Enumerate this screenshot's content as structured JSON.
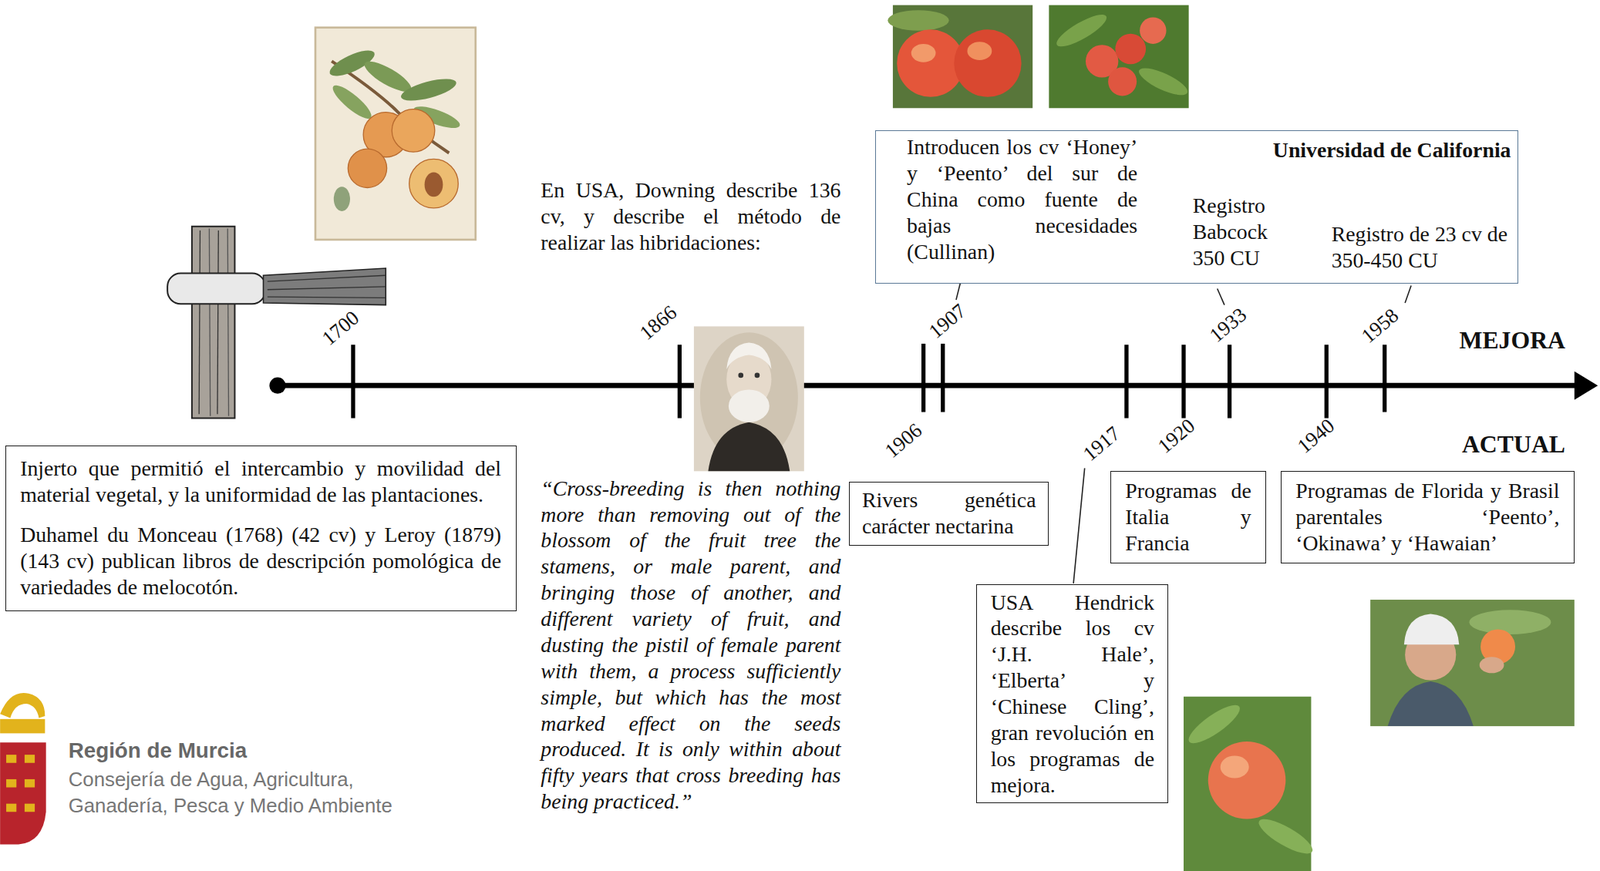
{
  "diagram": {
    "nodes": [
      {
        "text": [
          "Injerto que permitió el intercambio y movilidad del material vegetal, y la uniformidad de las plantaciones.",
          "Duhamel du Monceau (1768) (42 cv) y Leroy (1879) (143 cv) publican libros de descripción pomológica de variedades de melocotón."
        ]
      },
      {
        "text": [
          "Universidad de California",
          "Introducen los cv ‘Honey’ y ‘Peento’ del sur de China como fuente de bajas necesidades (Cullinan)",
          "Registro Babcock 350 CU",
          "Registro de 23 cv de 350-450 CU"
        ]
      },
      {
        "text": [
          "Rivers genética carácter nectarina"
        ]
      },
      {
        "text": [
          "Programas de Italia y Francia"
        ]
      },
      {
        "text": [
          "Programas de Florida y Brasil parentales ‘Peento’, ‘Okinawa’ y ‘Hawaian’"
        ]
      },
      {
        "text": [
          "USA Hendrick describe los cv ‘J.H. Hale’, ‘Elberta’ y ‘Chinese Cling’, gran revolución en los programas de mejora."
        ]
      }
    ],
    "labels": [
      "En USA, Downing describe 136 cv, y describe el método de realizar las hibridaciones:",
      "1700",
      "1866",
      "1907",
      "1933",
      "1958",
      "MEJORA",
      "1906",
      "1917",
      "1920",
      "1940",
      "ACTUAL",
      "“Cross-breeding is then nothing more than removing out of the blossom of the fruit tree the stamens, or male parent, and bringing those of another, and different variety of fruit, and dusting the pistil of female parent with them, a process sufficiently simple, but which has the most marked effect on the seeds produced. It is only within about fifty years that cross breeding has being practiced.”",
      "Región de Murcia",
      "Consejería de Agua, Agricultura, Ganadería, Pesca y Medio Ambiente"
    ]
  }
}
